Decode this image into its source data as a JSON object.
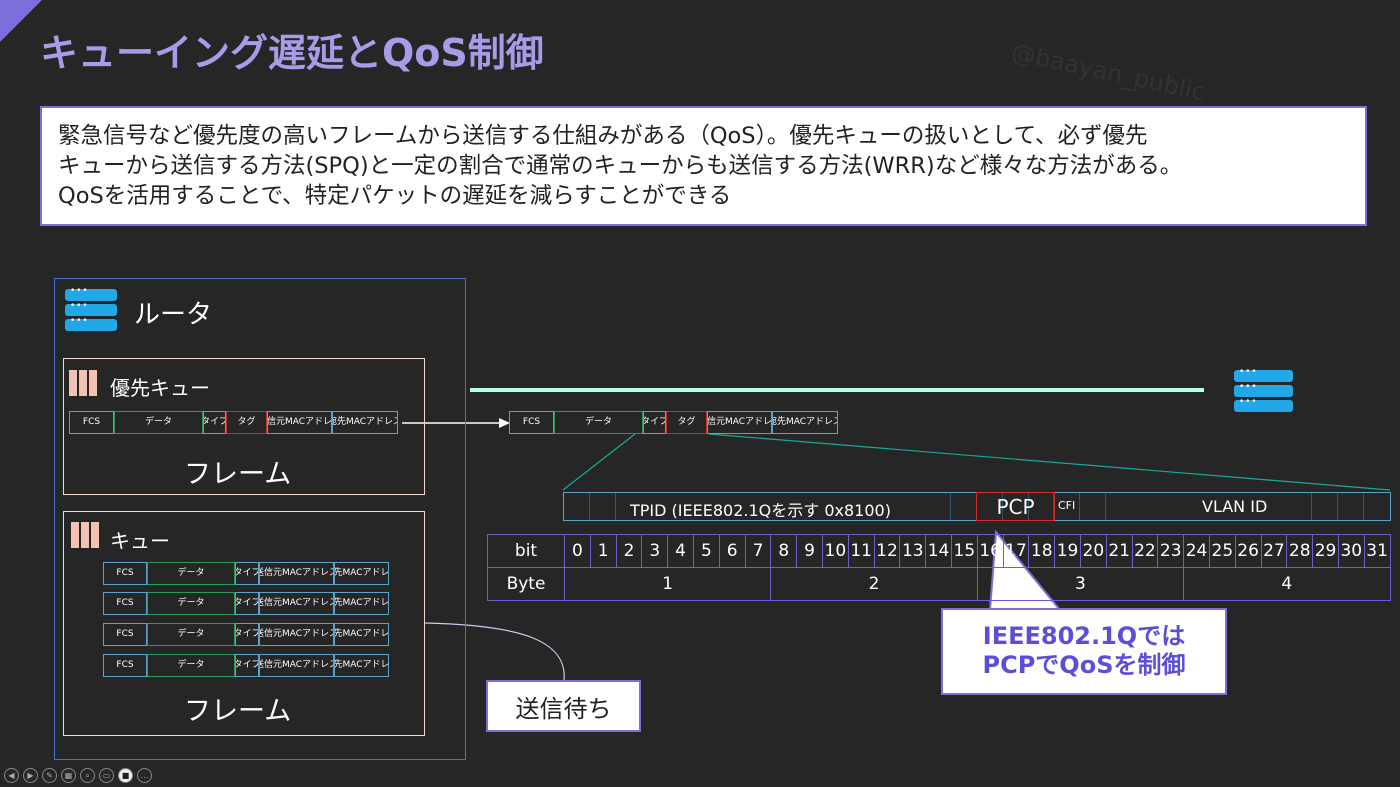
{
  "slide": {
    "title": "キューイング遅延とQoS制御",
    "watermark": "@baayan_public",
    "description": [
      "緊急信号など優先度の高いフレームから送信する仕組みがある（QoS）。優先キューの扱いとして、必ず優先",
      "キューから送信する方法(SPQ)と一定の割合で通常のキューからも送信する方法(WRR)など様々な方法がある。",
      "QoSを活用することで、特定パケットの遅延を減らすことができる"
    ]
  },
  "router": {
    "label": "ルータ"
  },
  "priority_queue": {
    "label": "優先キュー",
    "frame_label": "フレーム"
  },
  "normal_queue": {
    "label": "キュー",
    "frame_label": "フレーム"
  },
  "frame_fields": {
    "fcs": "FCS",
    "data": "データ",
    "type": "タイプ",
    "tag": "タグ",
    "src": "送信元MACアドレス",
    "dst": "宛先MACアドレス"
  },
  "waiting_label": "送信待ち",
  "tag_detail": {
    "tpid": "TPID (IEEE802.1Qを示す 0x8100)",
    "pcp": "PCP",
    "cfi": "CFI",
    "vlan_id": "VLAN ID"
  },
  "bit_table": {
    "bit_header": "bit",
    "byte_header": "Byte",
    "bits": [
      "0",
      "1",
      "2",
      "3",
      "4",
      "5",
      "6",
      "7",
      "8",
      "9",
      "10",
      "11",
      "12",
      "13",
      "14",
      "15",
      "16",
      "17",
      "18",
      "19",
      "20",
      "21",
      "22",
      "23",
      "24",
      "25",
      "26",
      "27",
      "28",
      "29",
      "30",
      "31"
    ],
    "bytes": [
      "1",
      "2",
      "3",
      "4"
    ]
  },
  "qos_callout": [
    "IEEE802.1Qでは",
    "PCPでQoSを制御"
  ],
  "colors": {
    "accent": "#7b6fdc",
    "title": "#a79ce8",
    "server": "#22a8e8",
    "tag_border": "#d12b2b",
    "data_border": "#2a9a5c",
    "link": "#b9fff0"
  },
  "toolbar_icons": [
    "prev-icon",
    "next-icon",
    "pen-icon",
    "slides-icon",
    "zoom-icon",
    "subtitle-icon",
    "camera-icon",
    "more-icon"
  ]
}
